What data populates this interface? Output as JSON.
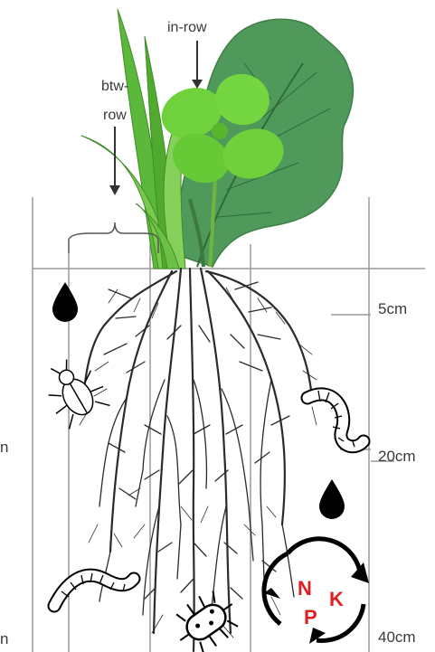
{
  "labels": {
    "in_row": "in-row",
    "btw_row_line1": "btw-",
    "btw_row_line2": "row"
  },
  "depths": {
    "d1": "5cm",
    "d2": "20cm",
    "d3": "40cm"
  },
  "left_cut": {
    "m1": "n",
    "m2": "n"
  },
  "nutrients": {
    "n": "N",
    "p": "P",
    "k": "K"
  },
  "colors": {
    "grass": "#5cb83a",
    "broadleaf": "#4f9a5a",
    "clover": "#6fd23c",
    "roots": "#2b2b2b",
    "npk_text": "#e02020"
  },
  "icons": [
    "water-drop-icon",
    "beetle-icon",
    "earthworm-icon",
    "bacterium-icon",
    "nutrient-cycle-icon"
  ]
}
